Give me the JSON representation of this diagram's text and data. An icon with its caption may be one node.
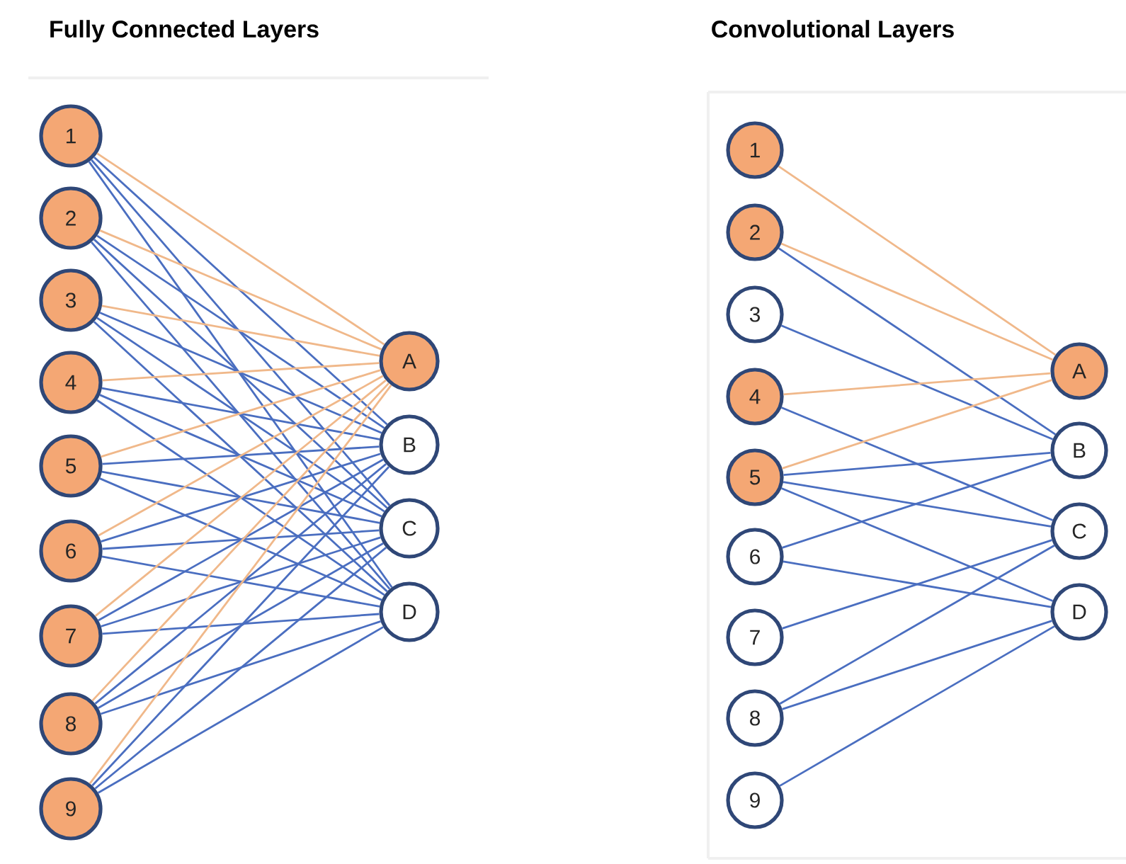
{
  "diagram": {
    "nodes": [
      {
        "text": [
          "1"
        ]
      },
      {
        "text": [
          "2"
        ]
      },
      {
        "text": [
          "3"
        ]
      },
      {
        "text": [
          "4"
        ]
      },
      {
        "text": [
          "5"
        ]
      },
      {
        "text": [
          "6"
        ]
      },
      {
        "text": [
          "7"
        ]
      },
      {
        "text": [
          "8"
        ]
      },
      {
        "text": [
          "9"
        ]
      },
      {
        "text": [
          "A"
        ]
      },
      {
        "text": [
          "B"
        ]
      },
      {
        "text": [
          "C"
        ]
      },
      {
        "text": [
          "D"
        ]
      },
      {
        "text": [
          "1"
        ]
      },
      {
        "text": [
          "2"
        ]
      },
      {
        "text": [
          "3"
        ]
      },
      {
        "text": [
          "4"
        ]
      },
      {
        "text": [
          "5"
        ]
      },
      {
        "text": [
          "6"
        ]
      },
      {
        "text": [
          "7"
        ]
      },
      {
        "text": [
          "8"
        ]
      },
      {
        "text": [
          "9"
        ]
      },
      {
        "text": [
          "A"
        ]
      },
      {
        "text": [
          "B"
        ]
      },
      {
        "text": [
          "C"
        ]
      },
      {
        "text": [
          "D"
        ]
      }
    ],
    "edges": [
      {
        "from": 0,
        "to": 9,
        "arrow": "none",
        "color": "#f0b88a"
      },
      {
        "from": 0,
        "to": 10,
        "arrow": "none"
      },
      {
        "from": 0,
        "to": 11,
        "arrow": "none"
      },
      {
        "from": 0,
        "to": 12,
        "arrow": "none"
      },
      {
        "from": 1,
        "to": 9,
        "arrow": "none",
        "color": "#f0b88a"
      },
      {
        "from": 1,
        "to": 10,
        "arrow": "none"
      },
      {
        "from": 1,
        "to": 11,
        "arrow": "none"
      },
      {
        "from": 1,
        "to": 12,
        "arrow": "none"
      },
      {
        "from": 2,
        "to": 9,
        "arrow": "none",
        "color": "#f0b88a"
      },
      {
        "from": 2,
        "to": 10,
        "arrow": "none"
      },
      {
        "from": 2,
        "to": 11,
        "arrow": "none"
      },
      {
        "from": 2,
        "to": 12,
        "arrow": "none"
      },
      {
        "from": 3,
        "to": 9,
        "arrow": "none",
        "color": "#f0b88a"
      },
      {
        "from": 3,
        "to": 10,
        "arrow": "none"
      },
      {
        "from": 3,
        "to": 11,
        "arrow": "none"
      },
      {
        "from": 3,
        "to": 12,
        "arrow": "none"
      },
      {
        "from": 4,
        "to": 9,
        "arrow": "none",
        "color": "#f0b88a"
      },
      {
        "from": 4,
        "to": 10,
        "arrow": "none"
      },
      {
        "from": 4,
        "to": 11,
        "arrow": "none"
      },
      {
        "from": 4,
        "to": 12,
        "arrow": "none"
      },
      {
        "from": 5,
        "to": 9,
        "arrow": "none",
        "color": "#f0b88a"
      },
      {
        "from": 5,
        "to": 10,
        "arrow": "none"
      },
      {
        "from": 5,
        "to": 11,
        "arrow": "none"
      },
      {
        "from": 5,
        "to": 12,
        "arrow": "none"
      },
      {
        "from": 6,
        "to": 9,
        "arrow": "none",
        "color": "#f0b88a"
      },
      {
        "from": 6,
        "to": 10,
        "arrow": "none"
      },
      {
        "from": 6,
        "to": 11,
        "arrow": "none"
      },
      {
        "from": 6,
        "to": 12,
        "arrow": "none"
      },
      {
        "from": 7,
        "to": 9,
        "arrow": "none",
        "color": "#f0b88a"
      },
      {
        "from": 7,
        "to": 10,
        "arrow": "none"
      },
      {
        "from": 7,
        "to": 11,
        "arrow": "none"
      },
      {
        "from": 7,
        "to": 12,
        "arrow": "none"
      },
      {
        "from": 8,
        "to": 9,
        "arrow": "none",
        "color": "#f0b88a"
      },
      {
        "from": 8,
        "to": 10,
        "arrow": "none"
      },
      {
        "from": 8,
        "to": 11,
        "arrow": "none"
      },
      {
        "from": 8,
        "to": 12,
        "arrow": "none"
      },
      {
        "from": 13,
        "to": 22,
        "arrow": "none",
        "color": "#f0b88a"
      },
      {
        "from": 14,
        "to": 22,
        "arrow": "none",
        "color": "#f0b88a"
      },
      {
        "from": 14,
        "to": 23,
        "arrow": "none"
      },
      {
        "from": 15,
        "to": 23,
        "arrow": "none"
      },
      {
        "from": 16,
        "to": 22,
        "arrow": "none",
        "color": "#f0b88a"
      },
      {
        "from": 16,
        "to": 24,
        "arrow": "none"
      },
      {
        "from": 17,
        "to": 22,
        "arrow": "none",
        "color": "#f0b88a"
      },
      {
        "from": 17,
        "to": 23,
        "arrow": "none"
      },
      {
        "from": 17,
        "to": 24,
        "arrow": "none"
      },
      {
        "from": 17,
        "to": 25,
        "arrow": "none"
      },
      {
        "from": 18,
        "to": 23,
        "arrow": "none"
      },
      {
        "from": 18,
        "to": 25,
        "arrow": "none"
      },
      {
        "from": 19,
        "to": 24,
        "arrow": "none"
      },
      {
        "from": 20,
        "to": 24,
        "arrow": "none"
      },
      {
        "from": 20,
        "to": 25,
        "arrow": "none"
      },
      {
        "from": 21,
        "to": 25,
        "arrow": "none"
      }
    ],
    "labels": [
      "Fully Connected Layers",
      "Convolutional Layers"
    ]
  }
}
